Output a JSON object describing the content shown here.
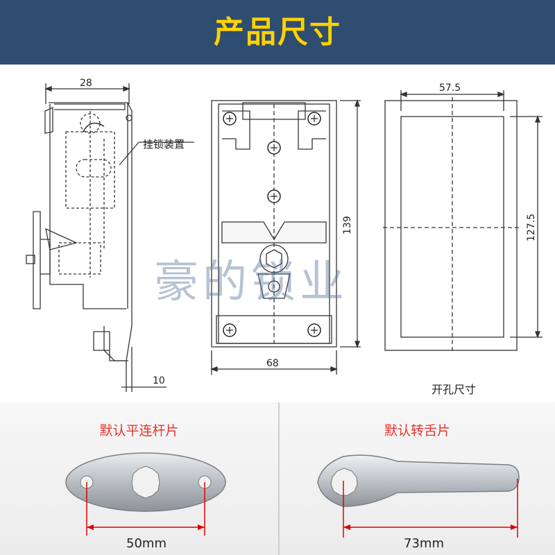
{
  "header": {
    "title": "产品尺寸"
  },
  "drawing": {
    "dim_side_width": "28",
    "dim_side_offset": "10",
    "dim_front_height": "139",
    "dim_front_width": "68",
    "dim_cutout_width": "57.5",
    "dim_cutout_height": "127.5",
    "label_hang_lock": "挂锁装置",
    "label_cutout": "开孔尺寸"
  },
  "watermark": "豪的锁业",
  "photos": {
    "left": {
      "caption": "默认平连杆片",
      "measure": "50mm"
    },
    "right": {
      "caption": "默认转舌片",
      "measure": "73mm"
    }
  },
  "colors": {
    "header_bg": "#2f4d70",
    "header_text": "#ffd200",
    "caption_red": "#e8332a",
    "measure_red": "#e00000"
  }
}
